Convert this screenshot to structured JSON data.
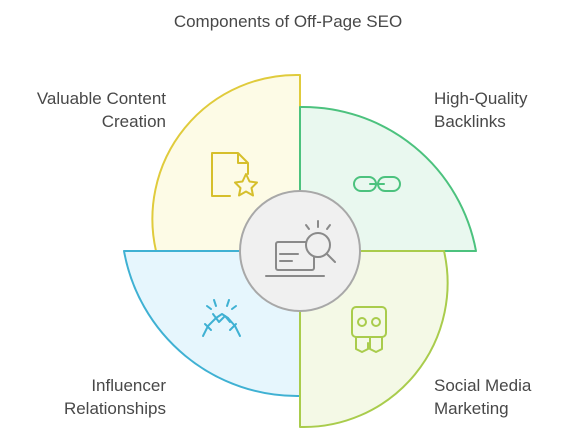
{
  "title": "Components of Off-Page SEO",
  "segments": [
    {
      "id": "tl",
      "lines": [
        "Valuable Content",
        "Creation"
      ],
      "icon": "document-star-icon",
      "fill": "#fdfbe6",
      "stroke": "#e0cb3c"
    },
    {
      "id": "tr",
      "lines": [
        "High-Quality",
        "Backlinks"
      ],
      "icon": "link-icon",
      "fill": "#e9f8ef",
      "stroke": "#4cc27e"
    },
    {
      "id": "bl",
      "lines": [
        "Influencer",
        "Relationships"
      ],
      "icon": "handshake-icon",
      "fill": "#e6f6fd",
      "stroke": "#3fb1d3"
    },
    {
      "id": "br",
      "lines": [
        "Social Media",
        "Marketing"
      ],
      "icon": "social-media-icon",
      "fill": "#f4f9e6",
      "stroke": "#a9cc4c"
    }
  ],
  "center": {
    "icon": "laptop-search-icon",
    "fill": "#f0f0f0",
    "stroke": "#a8a8a8"
  }
}
